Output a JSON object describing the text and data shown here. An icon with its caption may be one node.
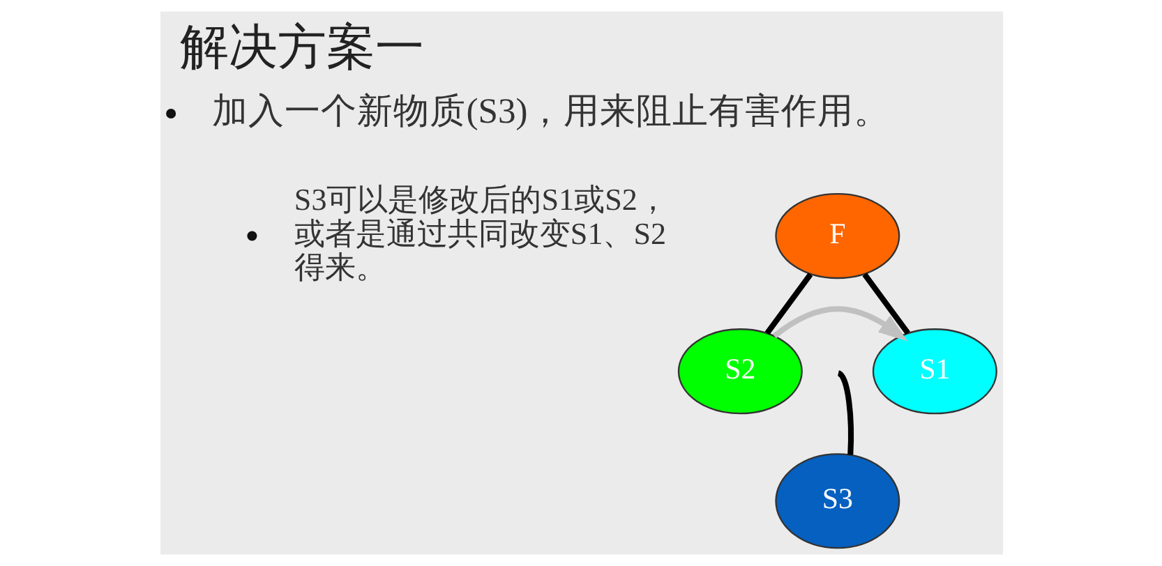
{
  "diagram": {
    "title": "解决方案一",
    "nodes": [
      {
        "text": [
          "F"
        ]
      },
      {
        "text": [
          "S2"
        ]
      },
      {
        "text": [
          "S1"
        ]
      },
      {
        "text": [
          "S3"
        ]
      }
    ],
    "edges": [
      {
        "from": 0,
        "to": 1,
        "arrow": "none"
      },
      {
        "from": 0,
        "to": 2,
        "arrow": "none"
      },
      {
        "from": 1,
        "to": 2,
        "arrow": "to",
        "color": "#c0c0c0"
      },
      {
        "from": 3,
        "to": null,
        "arrow": "none"
      }
    ],
    "labels": [
      "加入一个新物质(S3)，用来阻止有害作用。",
      "S3可以是修改后的S1或S2，或者是通过共同改变S1、S2得来。"
    ]
  }
}
